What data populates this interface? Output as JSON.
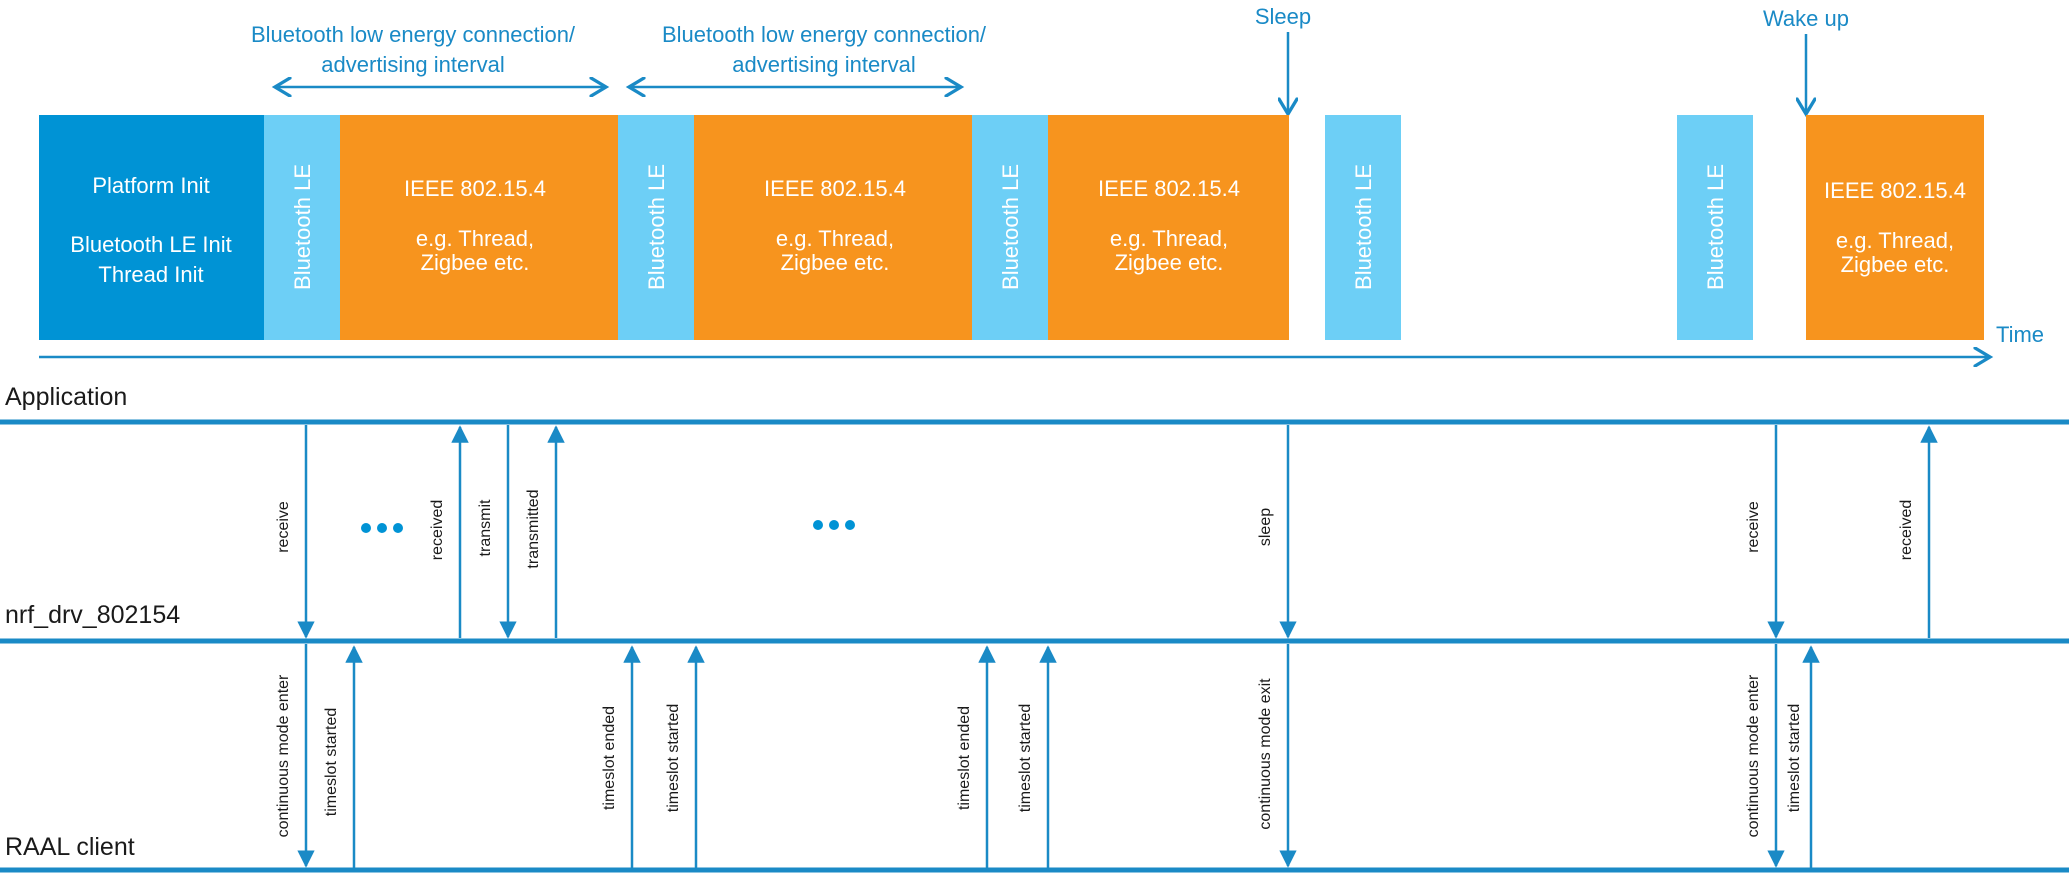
{
  "colors": {
    "init_block": "#0093d5",
    "ble_block": "#6dcff6",
    "ieee_block": "#f7941e",
    "arrow": "#1a8ac6",
    "layer_line": "#1a8ac6",
    "label_text": "#1a1a1a",
    "accent_text": "#1a8ac6"
  },
  "timeline": {
    "interval_label_line1": "Bluetooth low energy connection/",
    "interval_label_line2": "advertising interval",
    "sleep_label": "Sleep",
    "wakeup_label": "Wake up",
    "time_label": "Time",
    "init_block": {
      "line1": "Platform Init",
      "line2": "Bluetooth LE Init",
      "line3": "Thread Init"
    },
    "ble_label": "Bluetooth LE",
    "ieee_block": {
      "line1": "IEEE 802.15.4",
      "line2": "e.g. Thread,",
      "line3": "Zigbee etc."
    }
  },
  "layers": {
    "application": "Application",
    "driver": "nrf_drv_802154",
    "raal": "RAAL client"
  },
  "messages": {
    "app_to_driver": {
      "receive_1": "receive",
      "received_1": "received",
      "transmit": "transmit",
      "transmitted": "transmitted",
      "sleep": "sleep",
      "receive_2": "receive",
      "received_2": "received"
    },
    "driver_to_raal": {
      "continuous_mode_enter_1": "continuous mode enter",
      "timeslot_started_1": "timeslot started",
      "timeslot_ended_1": "timeslot ended",
      "timeslot_started_2": "timeslot started",
      "timeslot_ended_2": "timeslot ended",
      "timeslot_started_3": "timeslot started",
      "continuous_mode_exit": "continuous mode exit",
      "continuous_mode_enter_2": "continuous mode enter",
      "timeslot_started_4": "timeslot started"
    }
  },
  "ellipsis_icon": "ellipsis-icon"
}
